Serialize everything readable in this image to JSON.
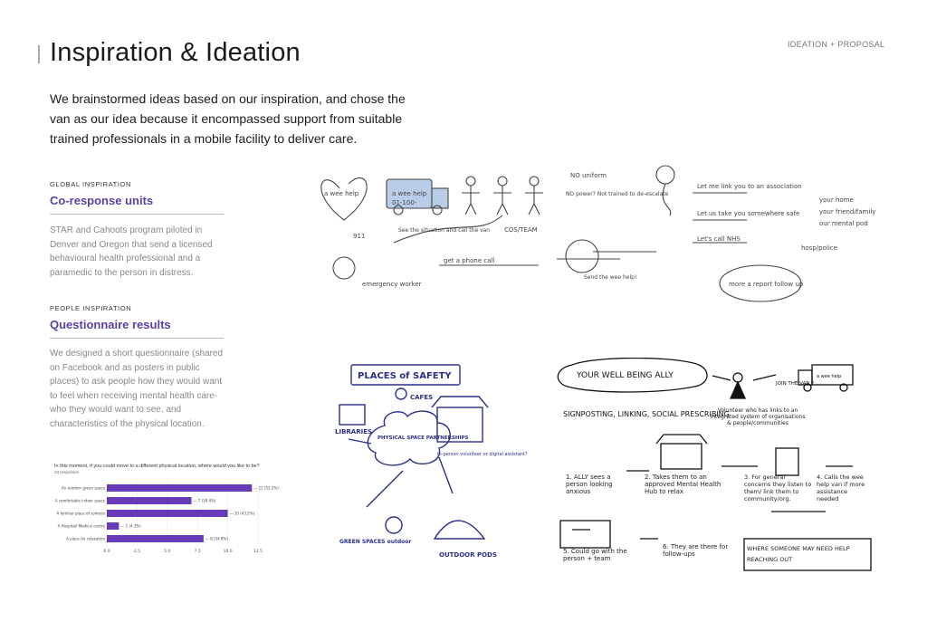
{
  "header": {
    "title": "Inspiration & Ideation",
    "section_tag": "IDEATION + PROPOSAL"
  },
  "intro": "We brainstormed ideas based on our inspiration, and chose the van as our idea because it encompassed support from suitable trained professionals in a mobile facility to deliver care.",
  "global": {
    "kicker": "GLOBAL INSPIRATION",
    "heading": "Co-response units",
    "body": "STAR and Cahoots program piloted in Denver and Oregon that send a licensed behavioural health professional and a paramedic to the person in distress."
  },
  "people": {
    "kicker": "PEOPLE INSPIRATION",
    "heading": "Questionnaire results",
    "body": "We designed a short questionnaire (shared on Facebook and as posters in public places) to ask people how they would want to feel when receiving mental health care- who they would want to see, and characteristics of the physical location."
  },
  "chart_data": {
    "type": "bar",
    "orientation": "horizontal",
    "title": "In this moment, if you could move to a different physical location, where would you like to be?",
    "subtitle": "23 responses",
    "categories": [
      "An outdoor green space",
      "A comfortable indoor space",
      "A familiar place of someone you know",
      "A Hospital/ Medical centre",
      "A place for relaxation"
    ],
    "values": [
      12,
      7,
      10,
      1,
      8
    ],
    "labels": [
      "12 (52.2%)",
      "7 (30.4%)",
      "10 (43.5%)",
      "1 (4.3%)",
      "8 (34.8%)"
    ],
    "xlim": [
      0,
      12.5
    ],
    "xticks": [
      "0.0",
      "2.5",
      "5.0",
      "7.5",
      "10.0",
      "12.5"
    ],
    "color": "#673ab7"
  },
  "sketch1": {
    "texts": [
      "a wee help",
      "a wee help",
      "01-100-",
      "NO uniform",
      "NO power? Not trained to de-escalate",
      "911",
      "emergency worker",
      "See the situation and call the van",
      "get a phone call",
      "COS/TEAM",
      "Send the wee help!",
      "Let me link you to an association",
      "Let us take you somewhere safe",
      "your home",
      "your friend/family",
      "our mental pod",
      "Let's call NHS",
      "hosp/police",
      "more a report follow up"
    ]
  },
  "sketch2": {
    "title": "PLACES of SAFETY",
    "center": "PHYSICAL SPACE PARTNERSHIPS",
    "labels": [
      "CAFES",
      "LIBRARIES",
      "In-person volunteer or digital assistant?",
      "GREEN SPACES outdoor",
      "OUTDOOR PODS"
    ]
  },
  "sketch3": {
    "title": "YOUR WELL BEING ALLY",
    "subtitle": "SIGNPOSTING, LINKING, SOCIAL PRESCRIBING",
    "volunteer": "Volunteer who has links to an integrated system of organisations & people/communities",
    "join": "JOIN THE VAN ?",
    "van": "a wee help",
    "steps": [
      "1. ALLY sees a person looking anxious",
      "2. Takes them to an approved Mental Health Hub to relax",
      "3. For general concerns they listen to them/ link them to community/org.",
      "4. Calls the wee help van if more assistance needed",
      "5. Could go with the person + team",
      "6. They are there for follow-ups"
    ],
    "note": "WHERE SOMEONE MAY NEED HELP REACHING OUT"
  }
}
